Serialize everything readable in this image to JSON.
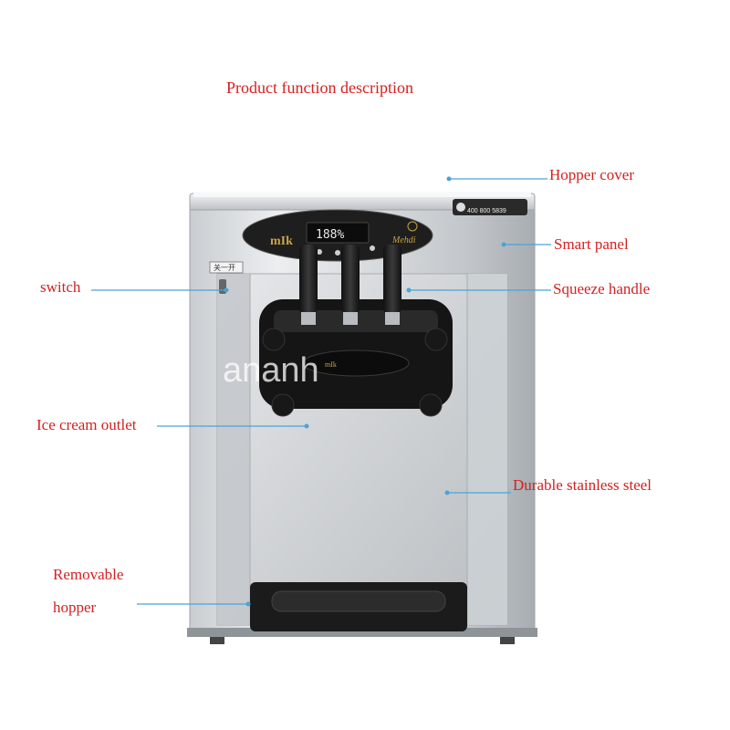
{
  "header": {
    "title": "Product function description"
  },
  "panel": {
    "logo": "mIk",
    "display": "188%",
    "brand_script": "Mehdi"
  },
  "badge": {
    "phone": "400 800 5839"
  },
  "switch_tag": "关一开",
  "watermark": "ananh",
  "labels": {
    "hopper_cover": "Hopper cover",
    "smart_panel": "Smart panel",
    "switch": "switch",
    "squeeze_handle": "Squeeze handle",
    "ice_cream_outlet": "Ice cream outlet",
    "durable_steel": "Durable stainless steel",
    "removable_line1": "Removable",
    "removable_line2": "hopper"
  },
  "colors": {
    "label_text": "#d42020",
    "leader_line": "#4aa3d8",
    "steel_light": "#d9dcdf",
    "steel_dark": "#9ea3a8",
    "panel_black": "#1e1e1e"
  }
}
